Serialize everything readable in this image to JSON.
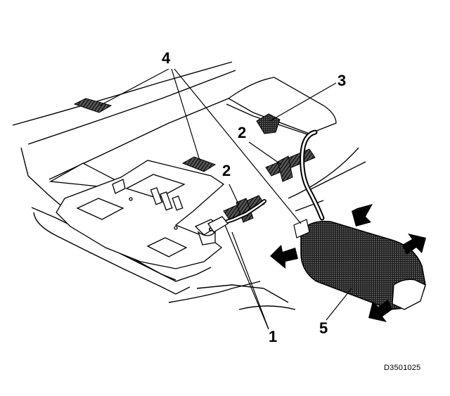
{
  "diagram": {
    "callouts": [
      {
        "id": "1",
        "text": "1"
      },
      {
        "id": "2a",
        "text": "2"
      },
      {
        "id": "2b",
        "text": "2"
      },
      {
        "id": "3",
        "text": "3"
      },
      {
        "id": "4",
        "text": "4"
      },
      {
        "id": "5",
        "text": "5"
      }
    ],
    "figure_code": "D3501025"
  },
  "colors": {
    "line": "#000000",
    "background": "#ffffff",
    "pad_fill": "#3a3a3a"
  }
}
